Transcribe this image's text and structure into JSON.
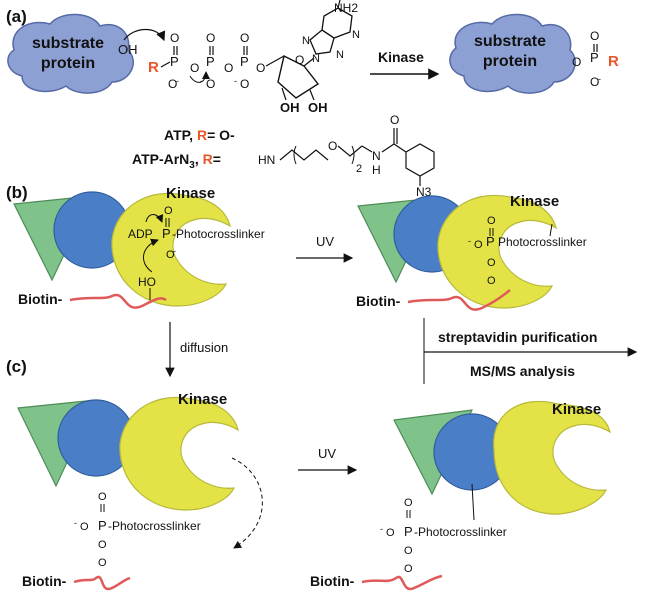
{
  "panels": {
    "a": "(a)",
    "b": "(b)",
    "c": "(c)"
  },
  "panel_a": {
    "substrate_line1": "substrate",
    "substrate_line2": "protein",
    "oh": "OH",
    "r": "R",
    "p": "P",
    "o": "O",
    "o_minus": "O",
    "minus": "-",
    "nh2": "NH2",
    "n": "N",
    "oh_label": "OH",
    "kinase_arrow": "Kinase",
    "atp_label": "ATP, ",
    "atp_r": "R",
    "atp_eq": "= O-",
    "atparn3_label": "ATP-ArN",
    "atparn3_sub": "3",
    "atparn3_comma": ", ",
    "atparn3_r": "R",
    "atparn3_eq": "=",
    "hn": "HN",
    "sub2": "2",
    "nh": "N",
    "h": "H",
    "n3": "N3"
  },
  "panel_b": {
    "kinase": "Kinase",
    "adp": "ADP",
    "p_label": "P",
    "photocrosslinker": "-Photocrosslinker",
    "ho": "HO",
    "biotin": "Biotin-",
    "uv": "UV",
    "kinase2": "Kinase",
    "photocrosslinker2": "Photocrosslinker",
    "biotin2": "Biotin-",
    "diffusion": "diffusion",
    "streptavidin": "streptavidin purification",
    "msms": "MS/MS analysis"
  },
  "panel_c": {
    "kinase": "Kinase",
    "photocrosslinker": "-Photocrosslinker",
    "biotin": "Biotin-",
    "uv": "UV",
    "kinase2": "Kinase",
    "photocrosslinker2": "-Photocrosslinker",
    "biotin2": "Biotin-"
  },
  "colors": {
    "cloud": "#8da0d4",
    "triangle": "#7fc28a",
    "circle": "#4a7fc8",
    "kinase": "#e3e347",
    "linker": "#e05a5a",
    "r_group": "#e8562a"
  }
}
